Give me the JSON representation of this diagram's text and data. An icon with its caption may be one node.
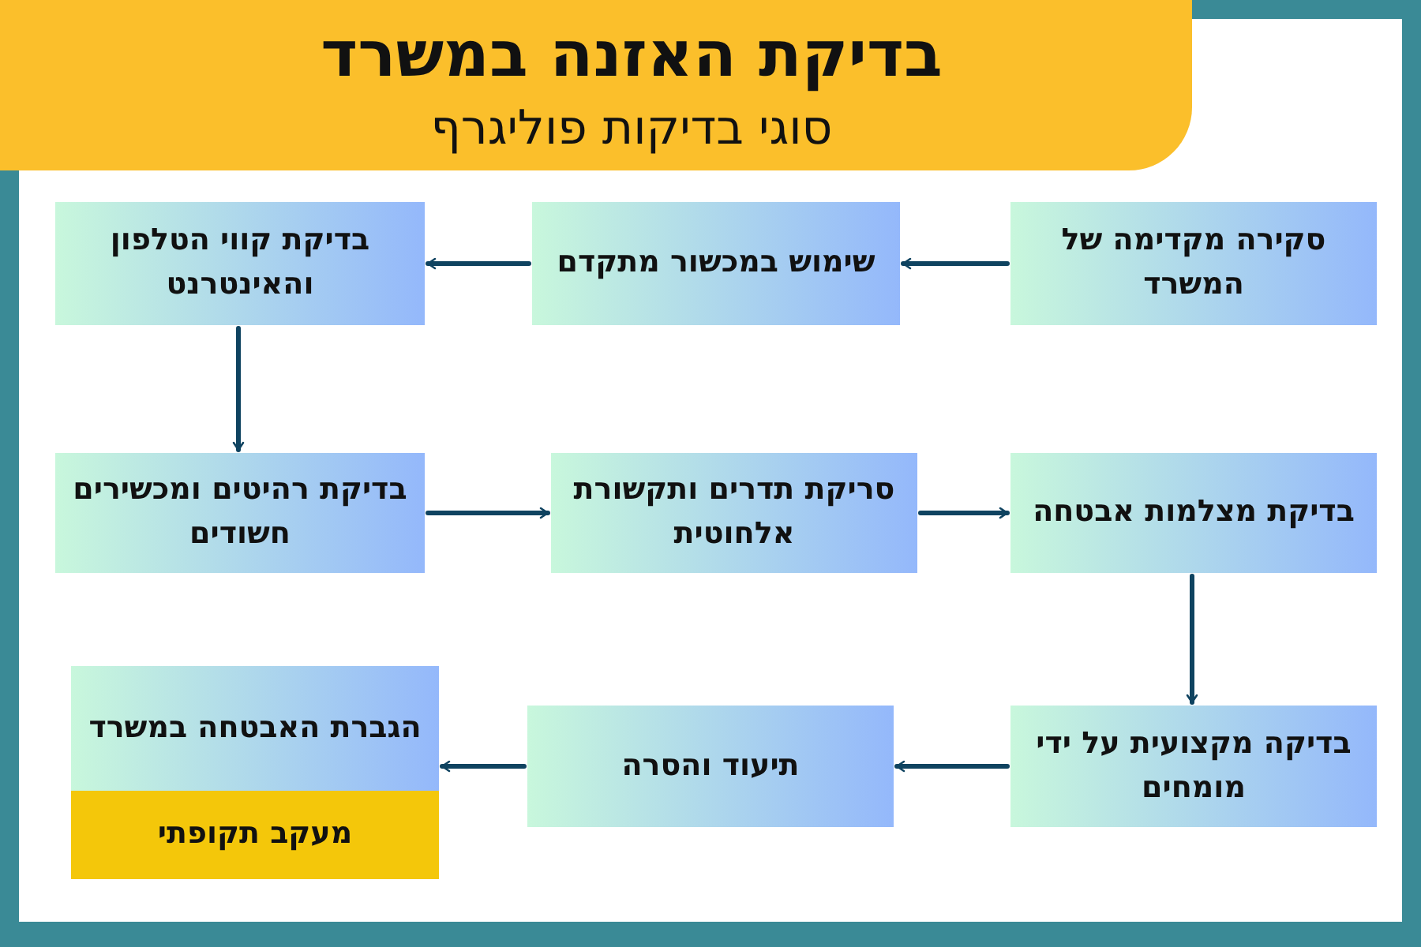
{
  "diagram": {
    "title": "בדיקת האזנה במשרד",
    "nodes": [
      {
        "text": [
          "סקירה מקדימה של המשרד"
        ]
      },
      {
        "text": [
          "שימוש במכשור מתקדם"
        ]
      },
      {
        "text": [
          "בדיקת קווי הטלפון והאינטרנט"
        ]
      },
      {
        "text": [
          "בדיקת רהיטים ומכשירים חשודים"
        ]
      },
      {
        "text": [
          "סריקת תדרים ותקשורת אלחוטית"
        ]
      },
      {
        "text": [
          "בדיקת מצלמות אבטחה"
        ]
      },
      {
        "text": [
          "בדיקה מקצועית על ידי מומחים"
        ]
      },
      {
        "text": [
          "תיעוד והסרה"
        ]
      },
      {
        "text": [
          "הגברת האבטחה במשרד"
        ]
      },
      {
        "text": [
          "מעקב תקופתי"
        ]
      }
    ],
    "edges": [
      {
        "from": 0,
        "to": 1,
        "arrow": "to"
      },
      {
        "from": 1,
        "to": 2,
        "arrow": "to"
      },
      {
        "from": 2,
        "to": 3,
        "arrow": "to"
      },
      {
        "from": 3,
        "to": 4,
        "arrow": "to"
      },
      {
        "from": 4,
        "to": 5,
        "arrow": "to"
      },
      {
        "from": 5,
        "to": 6,
        "arrow": "to"
      },
      {
        "from": 6,
        "to": 7,
        "arrow": "to"
      },
      {
        "from": 7,
        "to": 8,
        "arrow": "to"
      }
    ],
    "labels": [
      "סוגי בדיקות פוליגרף"
    ]
  }
}
